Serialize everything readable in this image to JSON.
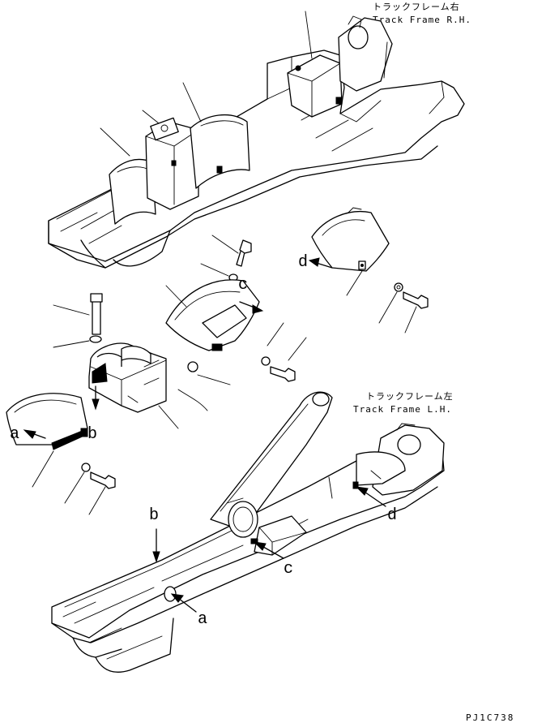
{
  "captions": {
    "rh_jp": "トラックフレーム右",
    "rh_en": "Track Frame R.H.",
    "lh_jp": "トラックフレーム左",
    "lh_en": "Track Frame L.H."
  },
  "letters": {
    "a": "a",
    "b": "b",
    "c": "c",
    "d": "d"
  },
  "drawing_code": "PJ1C738"
}
